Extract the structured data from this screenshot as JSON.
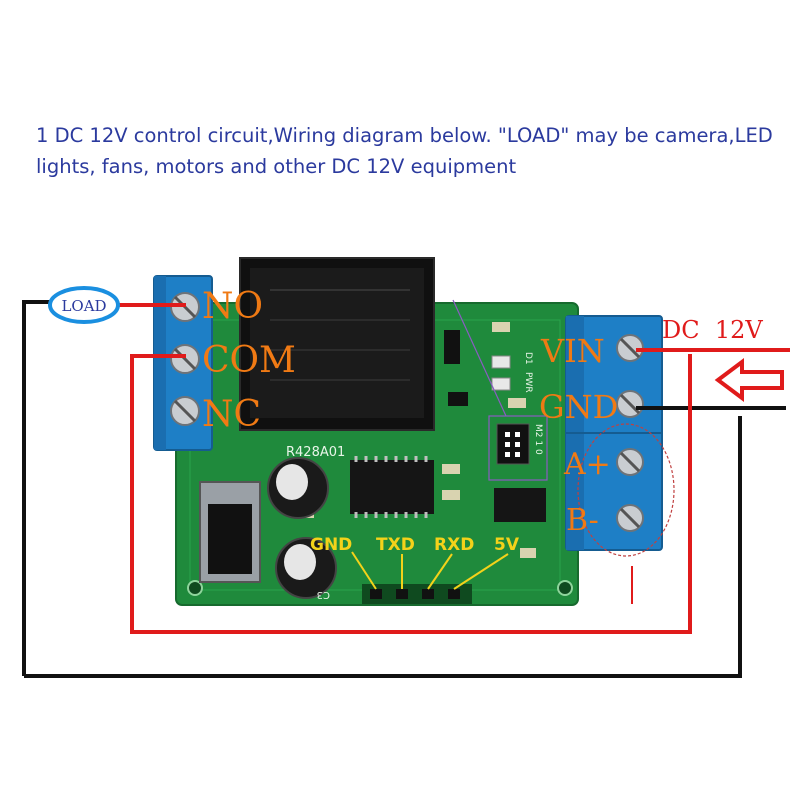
{
  "caption": "1 DC 12V control circuit,Wiring diagram below. \"LOAD\" may be camera,LED lights, fans, motors and other DC 12V equipment",
  "diagram": {
    "load_label": "LOAD",
    "relay_terminals": {
      "no": "NO",
      "com": "COM",
      "nc": "NC"
    },
    "power_terminals": {
      "vin": "VIN",
      "gnd": "GND",
      "a": "A+",
      "b": "B-"
    },
    "supply_label": "DC  12V",
    "board_label": "R428A01",
    "pin_labels": {
      "gnd": "GND",
      "txd": "TXD",
      "rxd": "RXD",
      "v5": "5V"
    },
    "led_labels": {
      "pwr": "PWR",
      "d1": "D1"
    },
    "jumper_label": "M2 1 0",
    "cap_label": "C3"
  },
  "colors": {
    "caption": "#2b3a9e",
    "pcb": "#1f8a3c",
    "terminal_block": "#1e7fc6",
    "label_orange": "#f07a14",
    "wire_red": "#e01b1b",
    "wire_black": "#111111",
    "pin_yellow": "#f3d21a",
    "load_ring": "#1a8fe0",
    "supply_text": "#e01b1b"
  }
}
